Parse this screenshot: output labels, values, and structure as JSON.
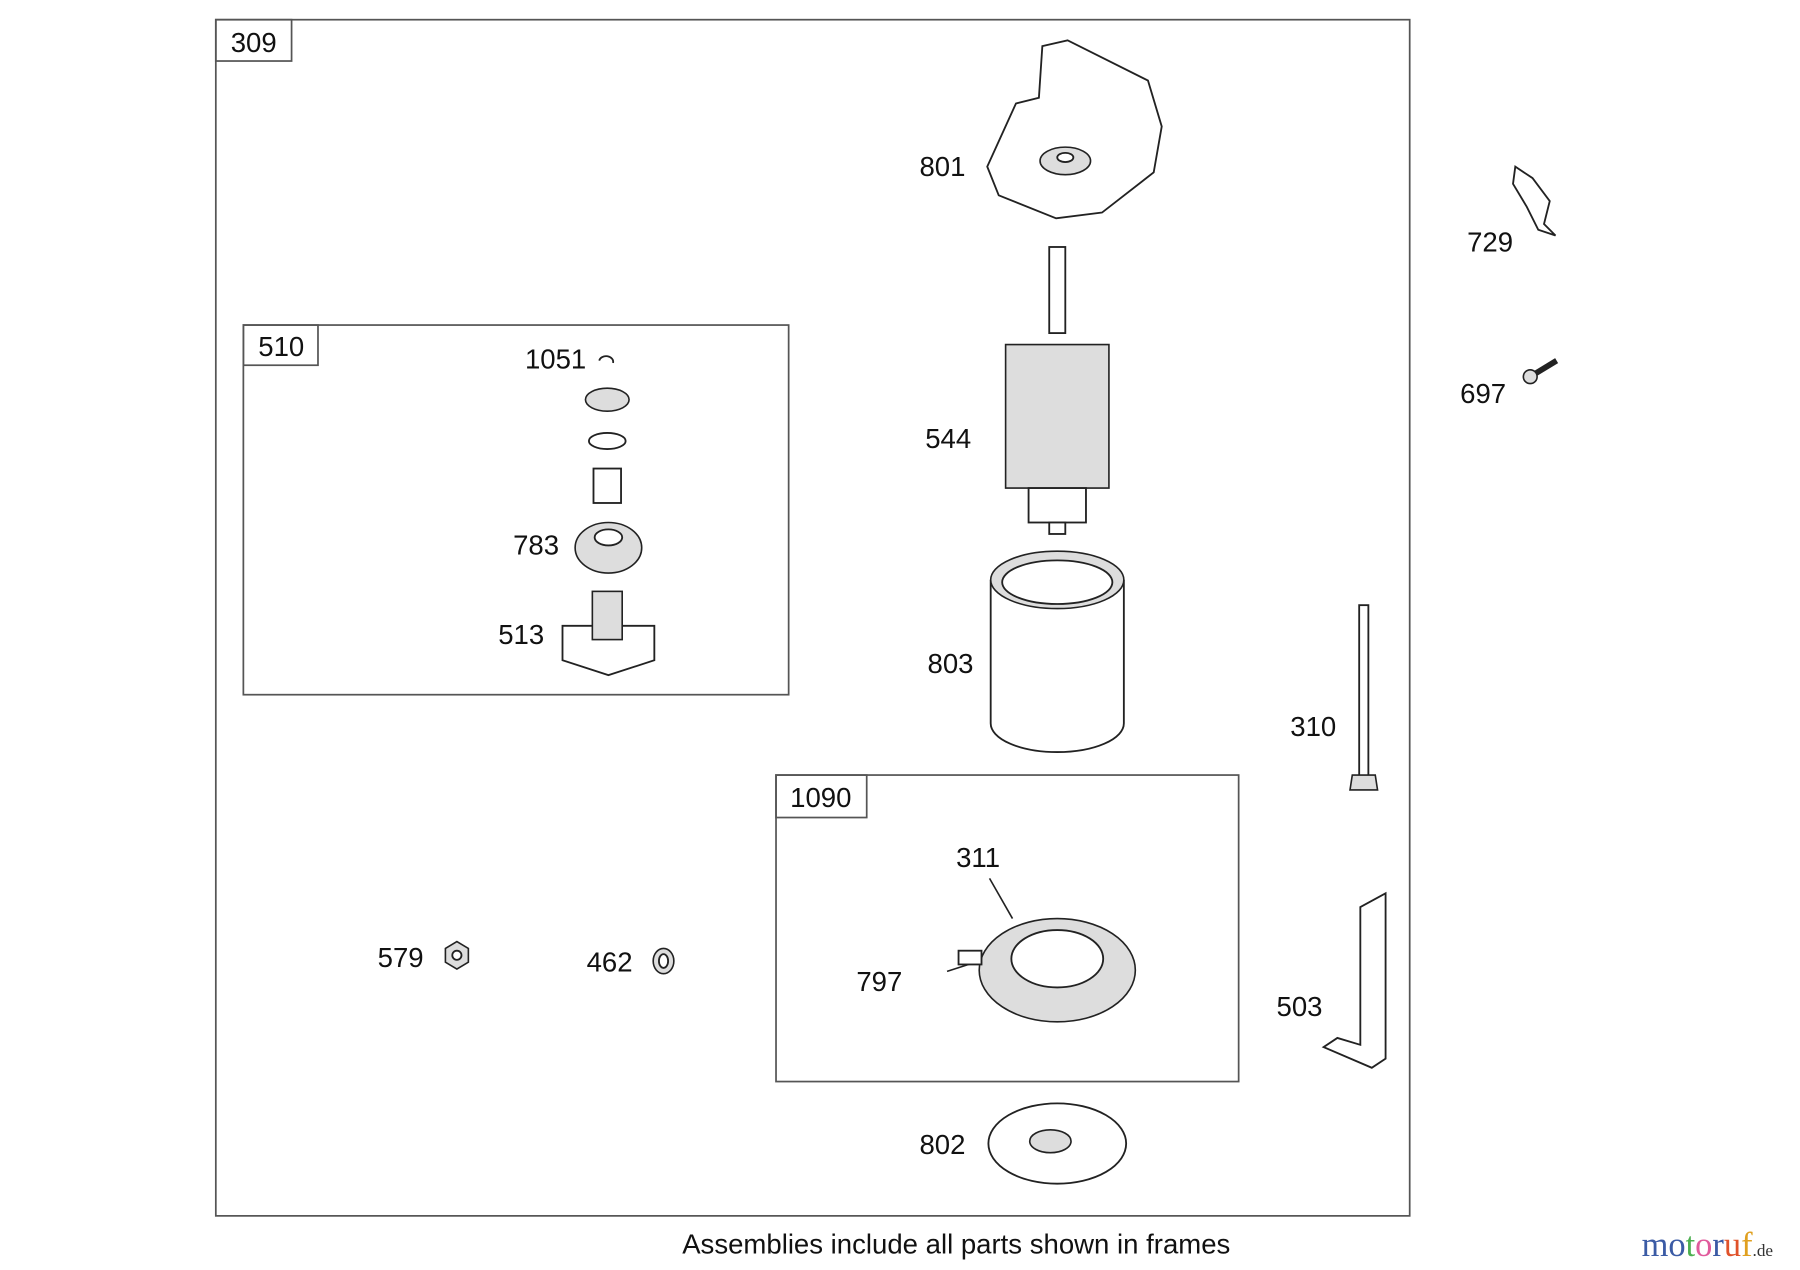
{
  "frames": {
    "main": "309",
    "drive": "510",
    "brush": "1090"
  },
  "parts": {
    "p801": "801",
    "p729": "729",
    "p697": "697",
    "p1051": "1051",
    "p544": "544",
    "p783": "783",
    "p513": "513",
    "p803": "803",
    "p310": "310",
    "p311": "311",
    "p797": "797",
    "p579": "579",
    "p462": "462",
    "p503": "503",
    "p802": "802"
  },
  "caption": "Assemblies include all parts shown in frames",
  "watermark": {
    "text": "motoruf",
    "suffix": ".de",
    "letter_colors": [
      "#3b5ba5",
      "#3b5ba5",
      "#4caf50",
      "#e05a9c",
      "#3b5ba5",
      "#e0522a",
      "#e0a020"
    ]
  }
}
